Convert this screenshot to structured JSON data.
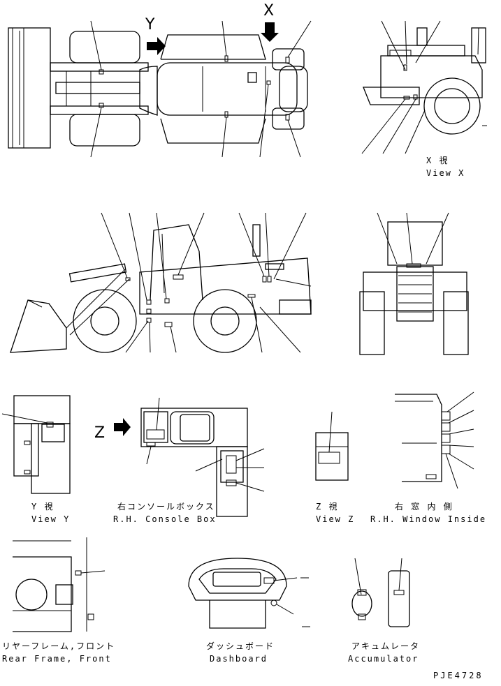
{
  "markers": {
    "x": "X",
    "y": "Y",
    "z": "Z"
  },
  "captions": {
    "view_x_jp": "X 視",
    "view_x_en": "View X",
    "view_y_jp": "Y 視",
    "view_y_en": "View Y",
    "console_jp": "右コンソールボックス",
    "console_en": "R.H. Console Box",
    "view_z_jp": "Z 視",
    "view_z_en": "View Z",
    "window_jp": "右 窓 内 側",
    "window_en": "R.H. Window Inside",
    "rear_jp": "リヤーフレーム,フロント",
    "rear_en": "Rear Frame, Front",
    "dash_jp": "ダッシュボード",
    "dash_en": "Dashboard",
    "acc_jp": "アキュムレータ",
    "acc_en": "Accumulator"
  },
  "drawing_code": "PJE4728"
}
